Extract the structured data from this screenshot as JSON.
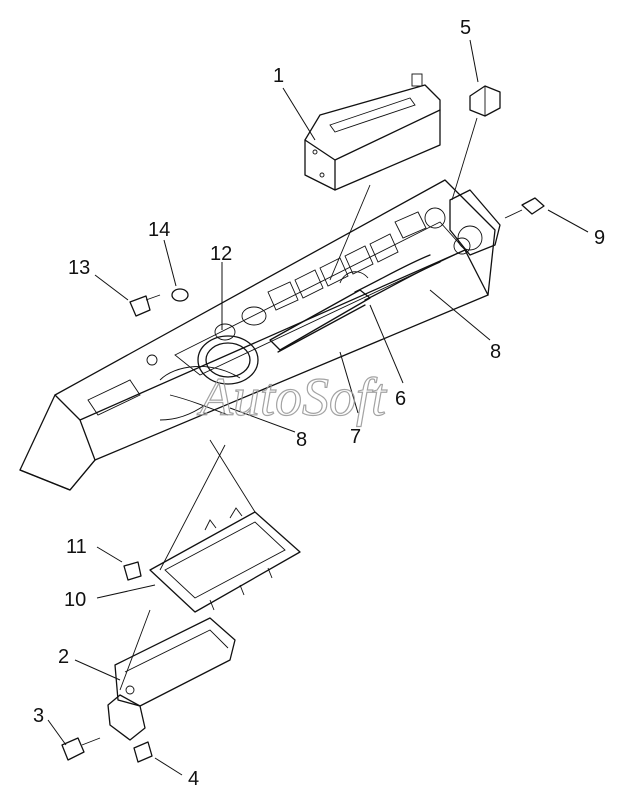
{
  "watermark": "AutoSoft",
  "callouts": [
    {
      "id": "c1",
      "label": "1"
    },
    {
      "id": "c2",
      "label": "2"
    },
    {
      "id": "c3",
      "label": "3"
    },
    {
      "id": "c4",
      "label": "4"
    },
    {
      "id": "c5",
      "label": "5"
    },
    {
      "id": "c6",
      "label": "6"
    },
    {
      "id": "c7",
      "label": "7"
    },
    {
      "id": "c8a",
      "label": "8"
    },
    {
      "id": "c8b",
      "label": "8"
    },
    {
      "id": "c9",
      "label": "9"
    },
    {
      "id": "c10",
      "label": "10"
    },
    {
      "id": "c11",
      "label": "11"
    },
    {
      "id": "c12",
      "label": "12"
    },
    {
      "id": "c13",
      "label": "13"
    },
    {
      "id": "c14",
      "label": "14"
    }
  ]
}
